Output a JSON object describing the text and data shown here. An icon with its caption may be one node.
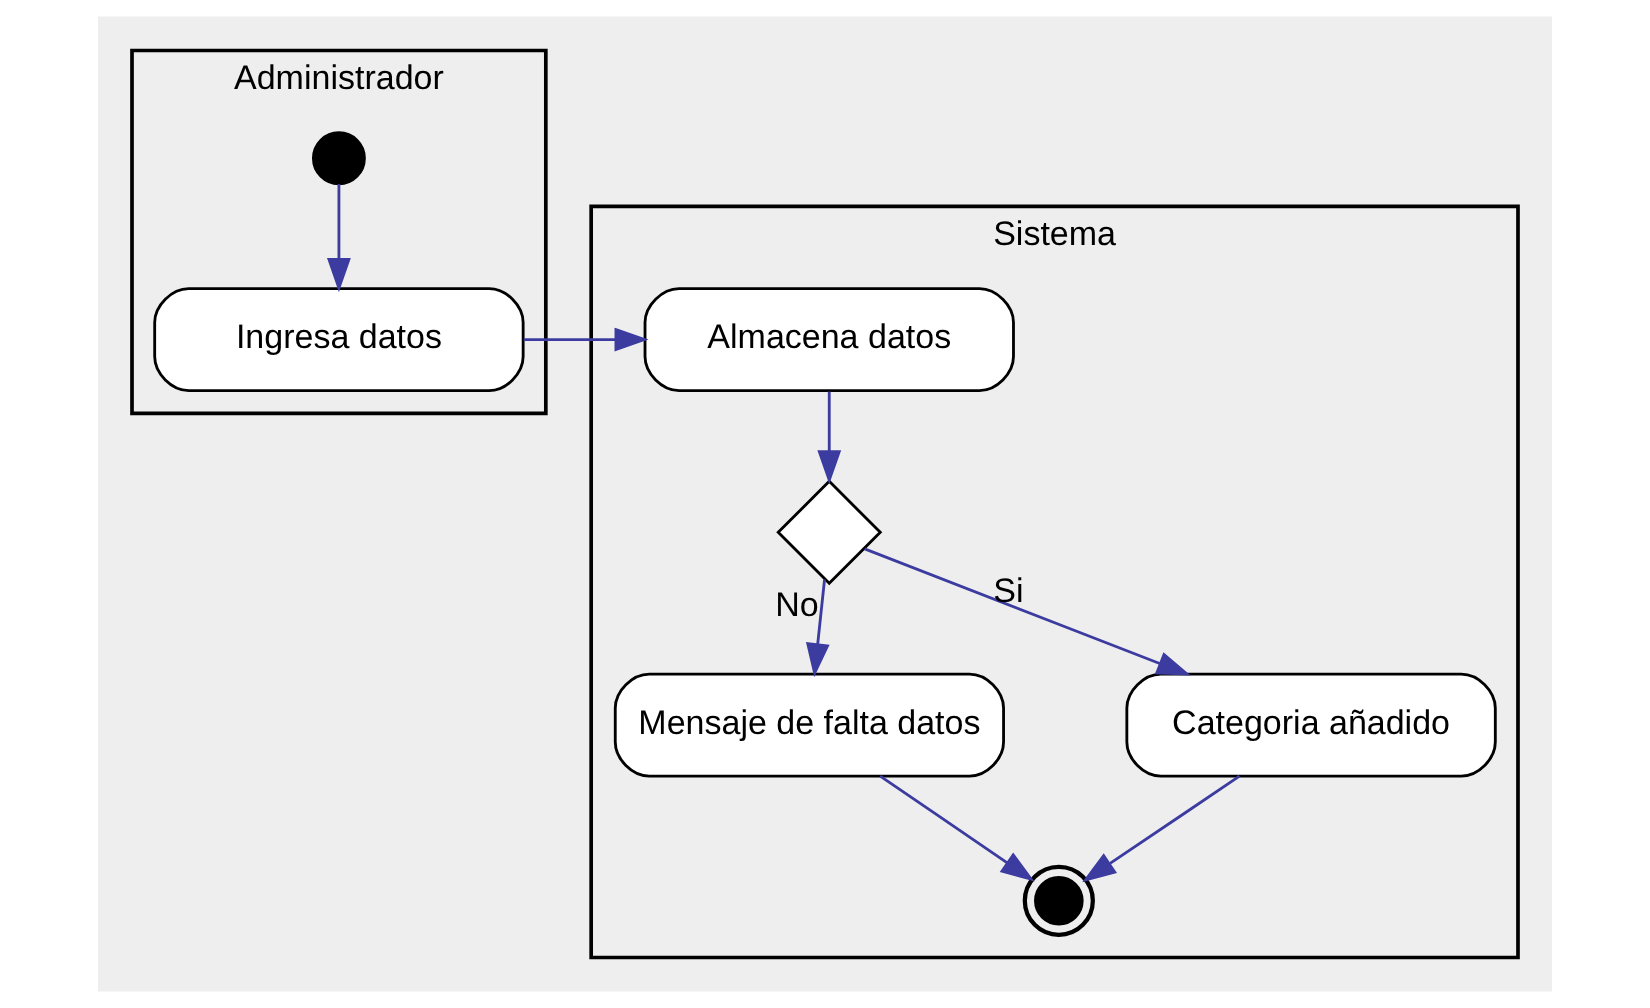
{
  "diagram": {
    "nodes": [
      {
        "text": [
          "Administrador"
        ]
      },
      {
        "text": [
          "Sistema"
        ]
      },
      {
        "text": [],
        "shape": "circle",
        "in": 0
      },
      {
        "text": [
          "Ingresa datos"
        ],
        "in": 0
      },
      {
        "text": [
          "Almacena datos"
        ],
        "in": 1
      },
      {
        "text": [],
        "shape": "diamond",
        "in": 1
      },
      {
        "text": [
          "Mensaje de falta datos"
        ],
        "in": 1
      },
      {
        "text": [
          "Categoria añadido"
        ],
        "in": 1
      },
      {
        "text": [],
        "shape": "circle",
        "in": 1
      }
    ],
    "edges": [
      {
        "from": 2,
        "to": 3,
        "arrow": "to"
      },
      {
        "from": 3,
        "to": 4,
        "arrow": "to"
      },
      {
        "from": 4,
        "to": 5,
        "arrow": "to"
      },
      {
        "from": 5,
        "to": 6,
        "label": "No",
        "arrow": "to"
      },
      {
        "from": 5,
        "to": 7,
        "label": "Si",
        "arrow": "to"
      },
      {
        "from": 6,
        "to": 8,
        "arrow": "to"
      },
      {
        "from": 7,
        "to": 8,
        "arrow": "to"
      }
    ]
  }
}
